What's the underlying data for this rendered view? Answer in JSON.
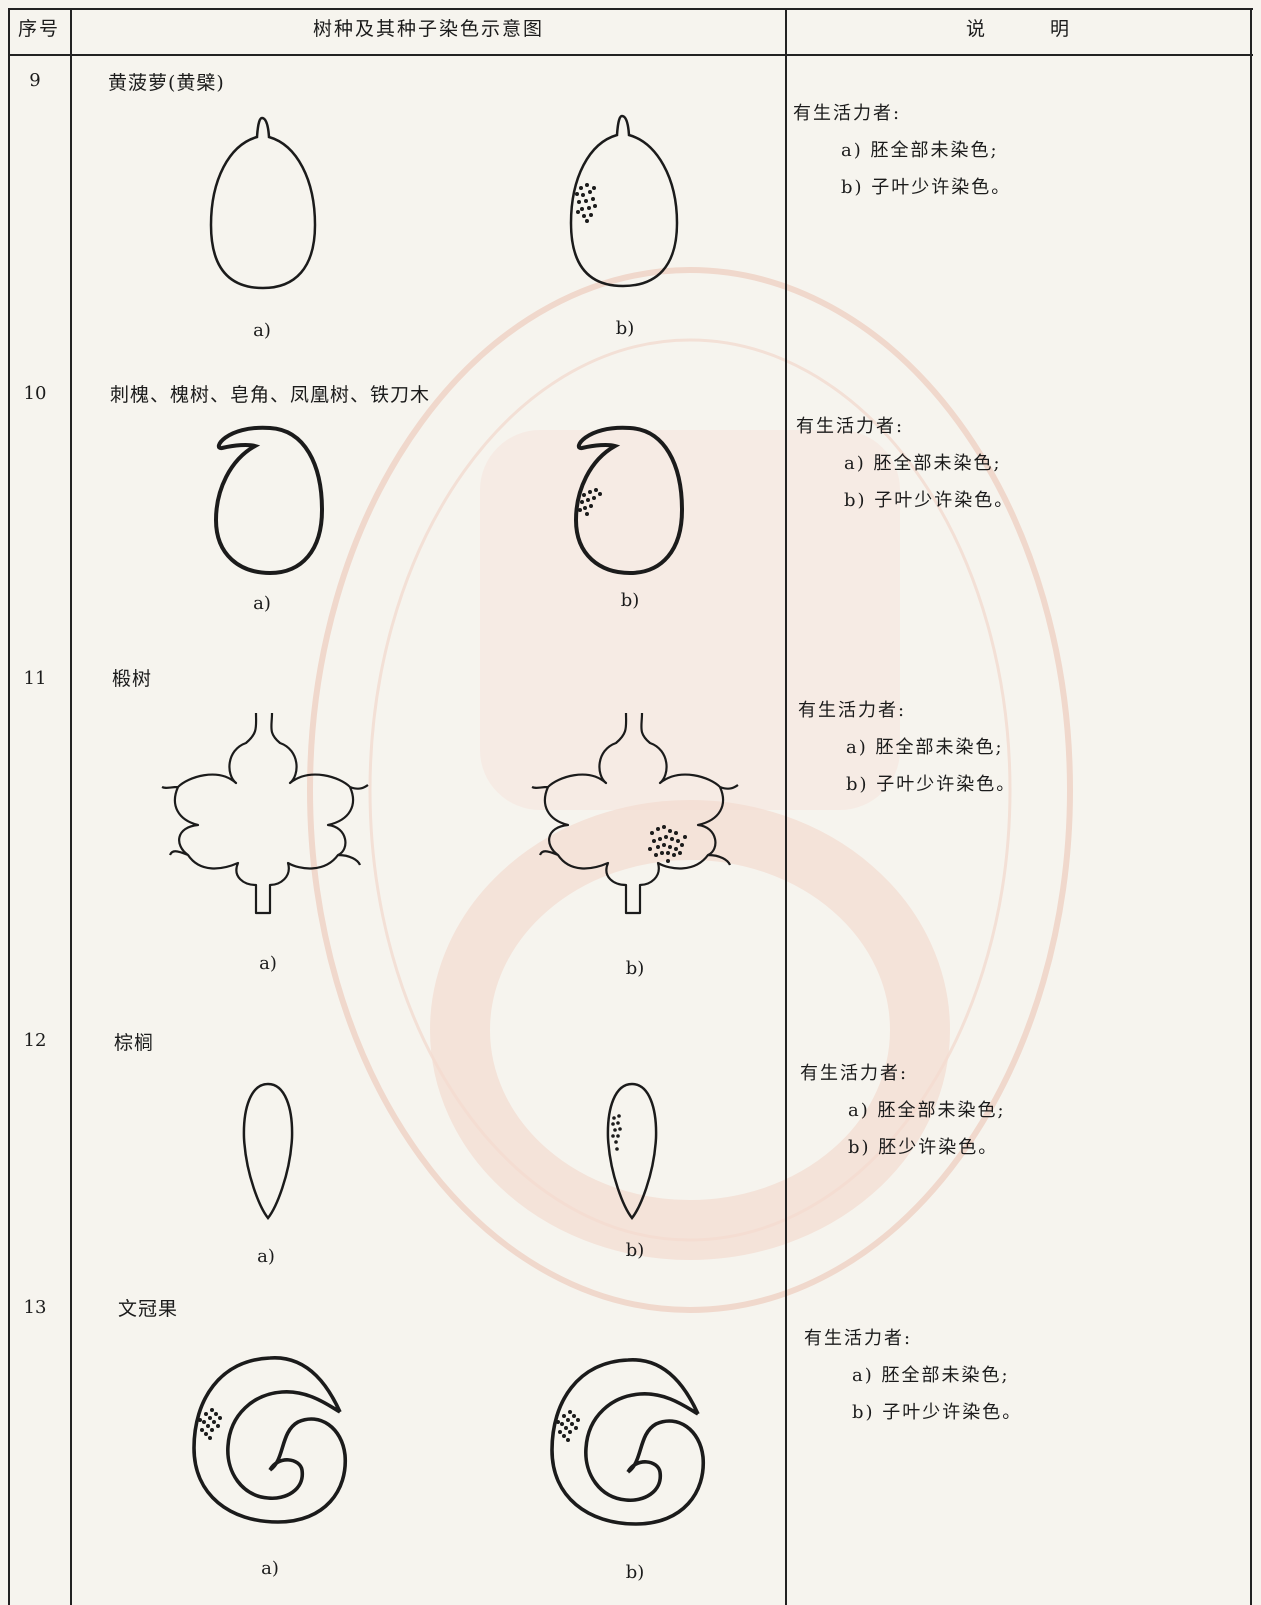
{
  "header": {
    "col_no": "序号",
    "col_fig": "树种及其种子染色示意图",
    "col_desc": "说　　　明"
  },
  "rows": [
    {
      "no": "9",
      "species": "黄菠萝(黄檗)",
      "cap_a": "a)",
      "cap_b": "b)",
      "desc": {
        "head": "有生活力者:",
        "a": "a) 胚全部未染色;",
        "b": "b) 子叶少许染色。"
      }
    },
    {
      "no": "10",
      "species": "刺槐、槐树、皂角、凤凰树、铁刀木",
      "cap_a": "a)",
      "cap_b": "b)",
      "desc": {
        "head": "有生活力者:",
        "a": "a) 胚全部未染色;",
        "b": "b) 子叶少许染色。"
      }
    },
    {
      "no": "11",
      "species": "椴树",
      "cap_a": "a)",
      "cap_b": "b)",
      "desc": {
        "head": "有生活力者:",
        "a": "a) 胚全部未染色;",
        "b": "b) 子叶少许染色。"
      }
    },
    {
      "no": "12",
      "species": "棕榈",
      "cap_a": "a)",
      "cap_b": "b)",
      "desc": {
        "head": "有生活力者:",
        "a": "a) 胚全部未染色;",
        "b": "b) 胚少许染色。"
      }
    },
    {
      "no": "13",
      "species": "文冠果",
      "cap_a": "a)",
      "cap_b": "b)",
      "desc": {
        "head": "有生活力者:",
        "a": "a) 胚全部未染色;",
        "b": "b) 子叶少许染色。"
      }
    }
  ]
}
